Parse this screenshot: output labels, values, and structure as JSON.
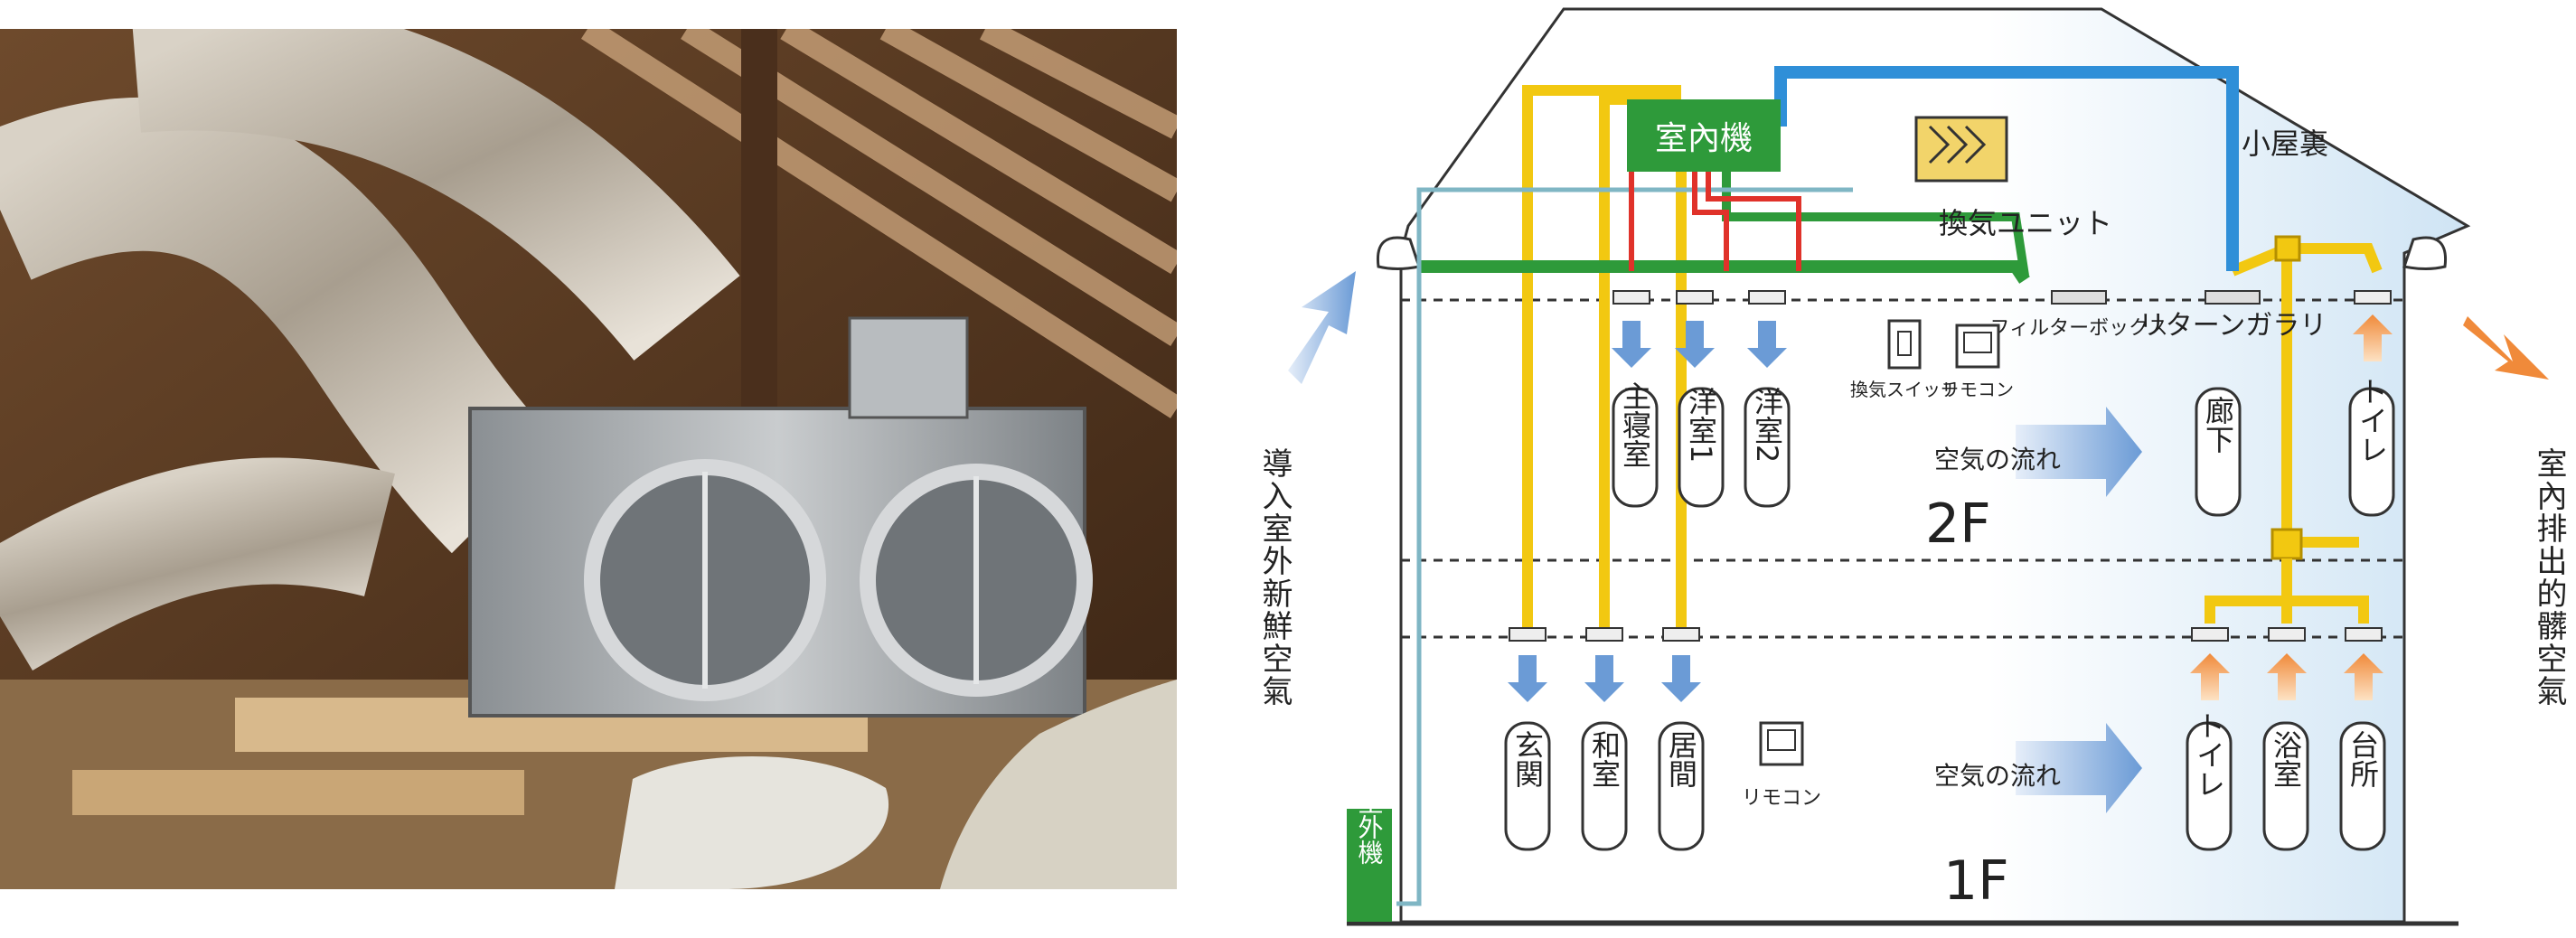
{
  "left_label": "導入室外新鮮空氣",
  "right_label": "室內排出的髒空氣",
  "indoor_unit": "室內機",
  "outdoor_unit": "室外機",
  "ventilation_unit": "換気ユニット",
  "attic": "小屋裏",
  "filter_box": "フィルターボックス",
  "return_gallery": "リターンガラリ",
  "ventilation_switch": "換気スイッチ",
  "remote": "リモコン",
  "airflow": "空気の流れ",
  "floor2": "2F",
  "floor1": "1F",
  "rooms_2f_supply": [
    "主寝室",
    "洋室1",
    "洋室2"
  ],
  "rooms_2f_exhaust": [
    "廊下",
    "トイレ"
  ],
  "rooms_1f_supply": [
    "玄関",
    "和室",
    "居間"
  ],
  "rooms_1f_exhaust": [
    "トイレ",
    "浴室",
    "台所"
  ],
  "colors": {
    "supply_duct": "#f2c811",
    "indoor_unit": "#2e9a3a",
    "refrigerant": "#e0322a",
    "return_duct": "#2f8fd8",
    "fresh_air": "#6b9bd6",
    "exhaust_air": "#f08a3a"
  }
}
